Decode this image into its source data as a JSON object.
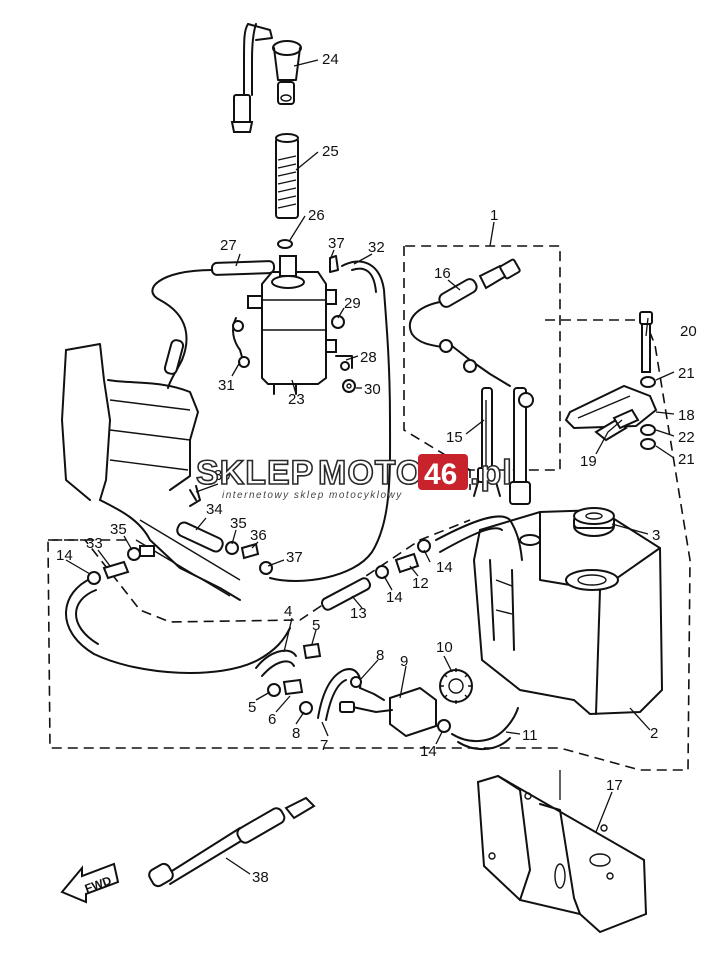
{
  "watermark": {
    "word_left": "SKLEP",
    "word_mid": "MOTO",
    "number": "46",
    "suffix": ".pl",
    "tagline": "internetowy sklep motocyklowy",
    "accent_color": "#c8232c"
  },
  "direction_label": "FWD",
  "callouts": [
    {
      "id": "c1",
      "label": "1"
    },
    {
      "id": "c2",
      "label": "2"
    },
    {
      "id": "c3",
      "label": "3"
    },
    {
      "id": "c4",
      "label": "4"
    },
    {
      "id": "c5a",
      "label": "5"
    },
    {
      "id": "c5b",
      "label": "5"
    },
    {
      "id": "c6",
      "label": "6"
    },
    {
      "id": "c7",
      "label": "7"
    },
    {
      "id": "c8a",
      "label": "8"
    },
    {
      "id": "c8b",
      "label": "8"
    },
    {
      "id": "c9",
      "label": "9"
    },
    {
      "id": "c10",
      "label": "10"
    },
    {
      "id": "c11",
      "label": "11"
    },
    {
      "id": "c12",
      "label": "12"
    },
    {
      "id": "c13",
      "label": "13"
    },
    {
      "id": "c14a",
      "label": "14"
    },
    {
      "id": "c14b",
      "label": "14"
    },
    {
      "id": "c14c",
      "label": "14"
    },
    {
      "id": "c14d",
      "label": "14"
    },
    {
      "id": "c15",
      "label": "15"
    },
    {
      "id": "c16",
      "label": "16"
    },
    {
      "id": "c17",
      "label": "17"
    },
    {
      "id": "c18",
      "label": "18"
    },
    {
      "id": "c19",
      "label": "19"
    },
    {
      "id": "c20",
      "label": "20"
    },
    {
      "id": "c21a",
      "label": "21"
    },
    {
      "id": "c21b",
      "label": "21"
    },
    {
      "id": "c22",
      "label": "22"
    },
    {
      "id": "c23",
      "label": "23"
    },
    {
      "id": "c24",
      "label": "24"
    },
    {
      "id": "c25",
      "label": "25"
    },
    {
      "id": "c26",
      "label": "26"
    },
    {
      "id": "c27",
      "label": "27"
    },
    {
      "id": "c28",
      "label": "28"
    },
    {
      "id": "c29",
      "label": "29"
    },
    {
      "id": "c30",
      "label": "30"
    },
    {
      "id": "c31",
      "label": "31"
    },
    {
      "id": "c32",
      "label": "32"
    },
    {
      "id": "c33",
      "label": "33"
    },
    {
      "id": "c34",
      "label": "34"
    },
    {
      "id": "c35a",
      "label": "35"
    },
    {
      "id": "c35b",
      "label": "35"
    },
    {
      "id": "c36",
      "label": "36"
    },
    {
      "id": "c37a",
      "label": "37"
    },
    {
      "id": "c37b",
      "label": "37"
    },
    {
      "id": "c38",
      "label": "38"
    },
    {
      "id": "c39",
      "label": "39"
    }
  ]
}
